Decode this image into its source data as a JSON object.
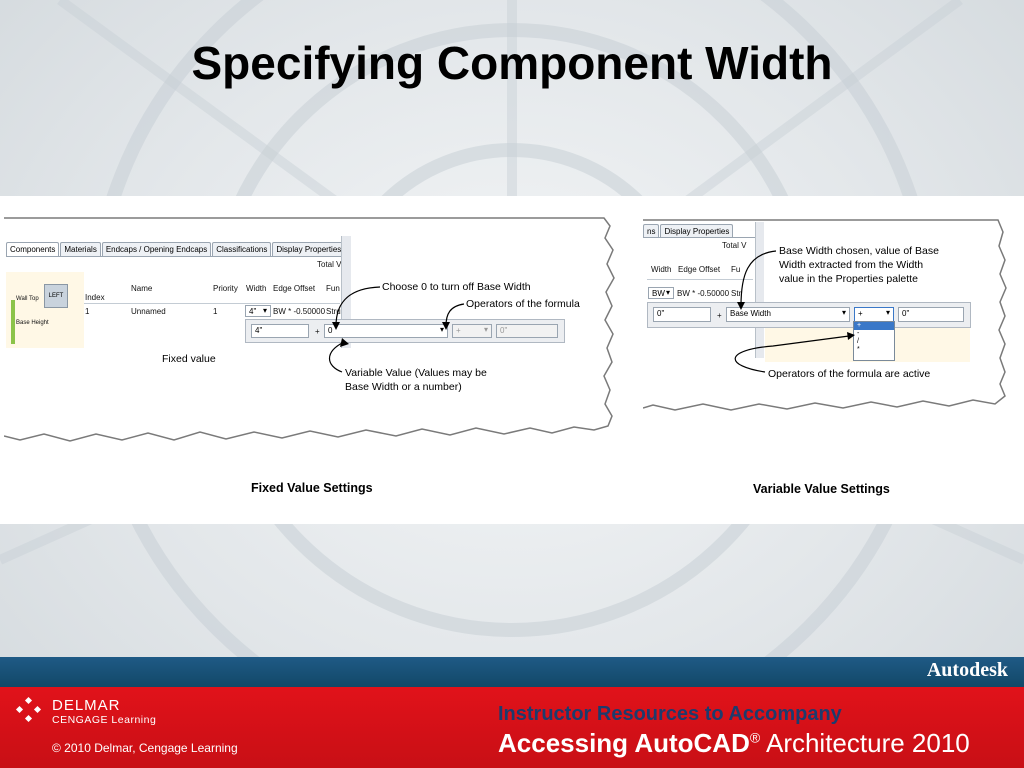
{
  "slide": {
    "title": "Specifying Component Width"
  },
  "left_screenshot": {
    "tabs": [
      "Components",
      "Materials",
      "Endcaps / Opening Endcaps",
      "Classifications",
      "Display Properties"
    ],
    "total_label": "Total V",
    "preview_labels": [
      "Wall Top",
      "Base Height"
    ],
    "preview_button": "LEFT",
    "columns": [
      "Index",
      "Name",
      "Priority",
      "Width",
      "Edge Offset",
      "Fun"
    ],
    "row": {
      "index": "1",
      "name": "Unnamed",
      "priority": "1",
      "width": "4\"",
      "edge_offset": "BW * -0.50000",
      "fun": "Stru"
    },
    "editor": {
      "value1": "4\"",
      "plus": "+",
      "value2": "0",
      "operator": "+",
      "value3": "0\""
    },
    "callouts": {
      "choose_zero": "Choose 0 to turn off Base Width",
      "operators": "Operators of the formula",
      "fixed_value": "Fixed value",
      "variable_line1": "Variable Value (Values may be",
      "variable_line2": "Base Width or a number)"
    },
    "caption": "Fixed Value Settings"
  },
  "right_screenshot": {
    "tabs": [
      "ns",
      "Display Properties"
    ],
    "total_label": "Total V",
    "columns": [
      "Width",
      "Edge Offset",
      "Fu"
    ],
    "row": {
      "width": "BW",
      "edge_offset": "BW * -0.50000",
      "fun": "Str"
    },
    "editor": {
      "value1": "0\"",
      "plus": "+",
      "selected": "Base Width",
      "operator": "+",
      "value3": "0\""
    },
    "operator_options": [
      "+",
      "-",
      "/",
      "*"
    ],
    "callouts": {
      "base_width_line1": "Base Width chosen, value of Base",
      "base_width_line2": "Width extracted from the Width",
      "base_width_line3": "value in the Properties palette",
      "operators_active": "Operators of the formula are active"
    },
    "caption": "Variable Value Settings"
  },
  "footer": {
    "brand": "Autodesk",
    "publisher": "DELMAR",
    "publisher_sub": "CENGAGE Learning",
    "copyright": "© 2010  Delmar, Cengage Learning",
    "line1": "Instructor Resources to Accompany",
    "line2_prefix": "Accessing AutoCAD",
    "line2_reg": "®",
    "line2_suffix": " Architecture 2010"
  },
  "colors": {
    "blue_band": "#1f5a86",
    "red_band": "#e1121a",
    "navy_text": "#1d3b6d"
  }
}
